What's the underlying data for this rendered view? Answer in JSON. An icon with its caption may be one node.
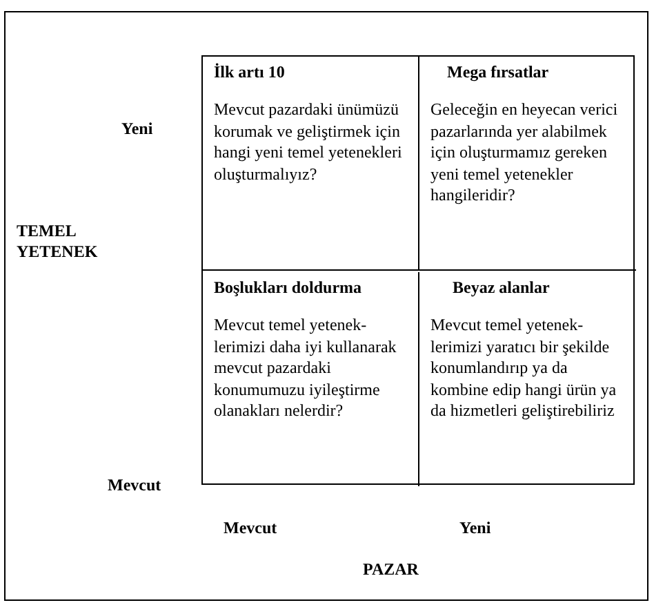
{
  "diagram": {
    "nodes": [
      {
        "text": [
          "İlk artı 10",
          "Mevcut pazardaki ünümüzü korumak ve geliştirmek için hangi yeni temel yetenekleri oluşturmalıyız?"
        ]
      },
      {
        "text": [
          "Mega fırsatlar",
          "Geleceğin en heyecan verici pazarlarında yer alabilmek için oluşturmamız gereken yeni temel yetenekler hangileridir?"
        ]
      },
      {
        "text": [
          "Boşlukları doldurma",
          "Mevcut temel yetenek-lerimizi daha iyi kullanarak mevcut pazardaki konumumuzu iyileştirme olanakları nelerdir?"
        ]
      },
      {
        "text": [
          "Beyaz alanlar",
          "Mevcut temel yetenek-lerimizi yaratıcı bir şekilde konumlandırıp ya da kombine edip hangi ürün ya da hizmetleri geliştirebiliriz"
        ]
      }
    ],
    "edges": [],
    "labels": [
      "Yeni",
      "TEMEL YETENEK",
      "Mevcut",
      "Mevcut",
      "Yeni",
      "PAZAR"
    ]
  }
}
